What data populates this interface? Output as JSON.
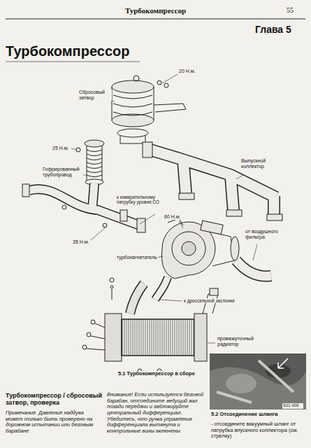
{
  "diagram": {
    "title": "Турбокомпрессор",
    "caption": "5.1 Турбокомпрессор в сборе",
    "labels": [
      "Турбокомпрессор",
      "55",
      "Глава 5",
      "20 Н.м.",
      "Сбросовый затвор",
      "25 Н.м.",
      "Гофрированный трубопровод",
      "Выпускной коллектор",
      "к измерительному патрубку уровня СО",
      "60 Н.м.",
      "35 Н.м.",
      "от воздушного фильтра",
      "турбонагнетатель",
      "к дроссельной заслонке",
      "промежуточный радиатор",
      "S21-006",
      "5.2 Отсоединение шланга",
      "Турбокомпрессор / сбросовый затвор, проверка",
      "Примечание. Давление наддува может только быть проверено на дорожном испытании или беговым барабане",
      "Внимание! Если используется беговой барабан, отсоедините ведущий вал позади передачи и заблокируйте центральный дифференциал. Убедитесь, что ручка управления дифференциала вытянута и контрольные вины включены",
      "- отсоедините вакуумный шланг от патрубка впускного коллектора (см. стрелку)"
    ]
  }
}
